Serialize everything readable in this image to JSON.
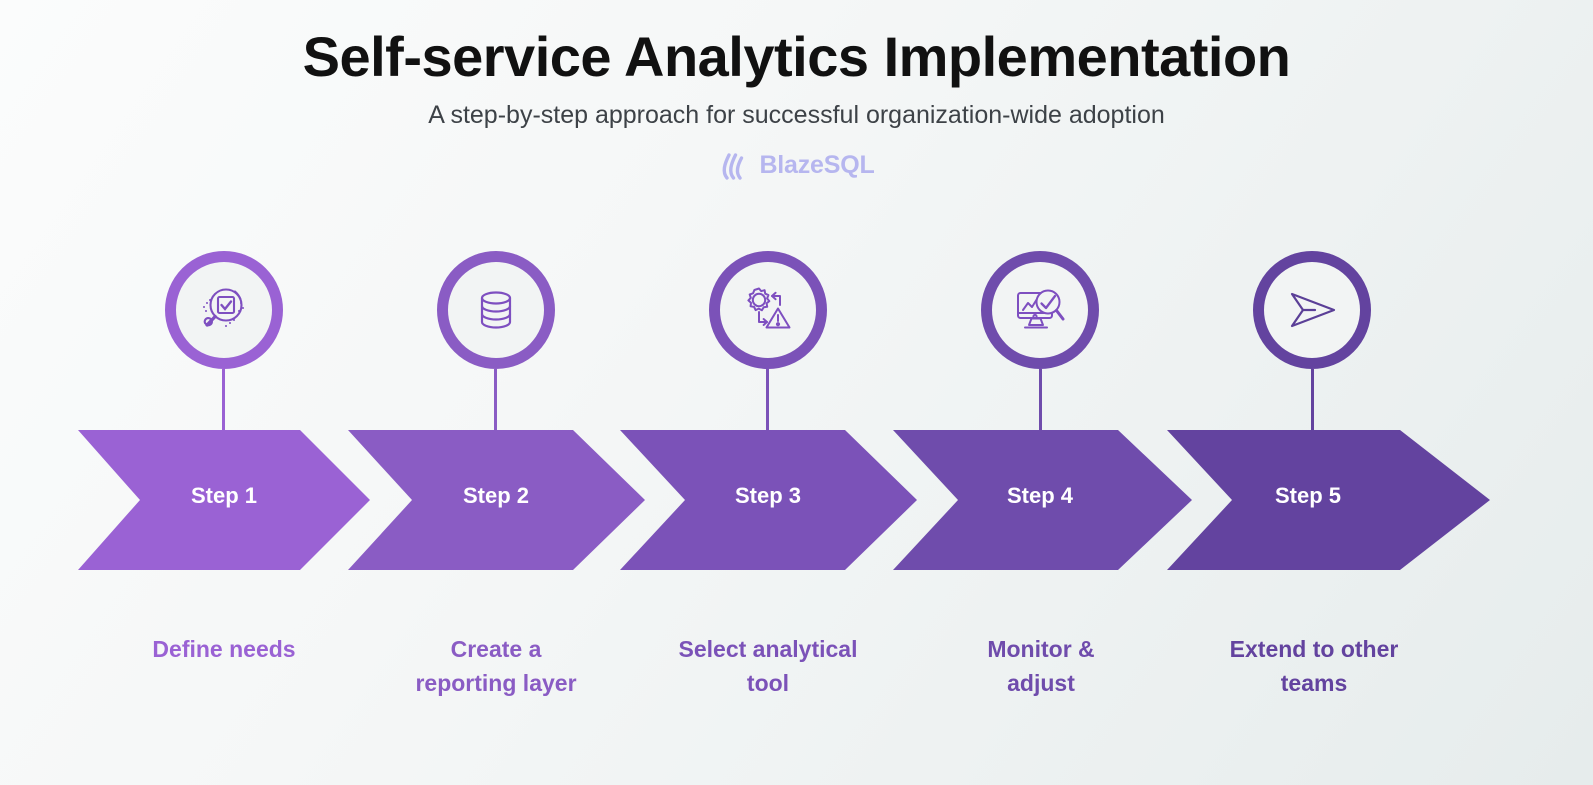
{
  "header": {
    "title": "Self-service Analytics Implementation",
    "subtitle": "A step-by-step approach for successful organization-wide adoption",
    "brand_name": "BlazeSQL",
    "brand_icon": "flame-icon",
    "brand_color": "#b6b6ef",
    "title_color": "#111111",
    "subtitle_color": "#3d4247"
  },
  "background": {
    "from": "#fbfcfc",
    "to": "#e6ecec"
  },
  "chart_data": {
    "type": "process-flow",
    "title": "Self-service Analytics Implementation",
    "orientation": "horizontal",
    "step_count": 5,
    "categories": [
      "Step 1",
      "Step 2",
      "Step 3",
      "Step 4",
      "Step 5"
    ],
    "values": [
      "Define needs",
      "Create a reporting layer",
      "Select analytical tool",
      "Monitor & adjust",
      "Extend to other teams"
    ],
    "colors": [
      "#9a62d4",
      "#8a5cc4",
      "#7b52b8",
      "#6f4cac",
      "#63439f"
    ]
  },
  "steps": [
    {
      "label": "Step 1",
      "caption": "Define needs",
      "icon": "magnifier-check-icon",
      "color": "#9a62d4",
      "caption_color": "#9a62d4"
    },
    {
      "label": "Step 2",
      "caption": "Create a reporting layer",
      "icon": "database-icon",
      "color": "#8a5cc4",
      "caption_color": "#8a5cc4"
    },
    {
      "label": "Step 3",
      "caption": "Select analytical tool",
      "icon": "gear-warning-icon",
      "color": "#7b52b8",
      "caption_color": "#7b52b8"
    },
    {
      "label": "Step 4",
      "caption": "Monitor & adjust",
      "icon": "monitor-chart-magnifier-icon",
      "color": "#6f4cac",
      "caption_color": "#6f4cac"
    },
    {
      "label": "Step 5",
      "caption": "Extend to other teams",
      "icon": "paper-plane-icon",
      "color": "#63439f",
      "caption_color": "#63439f"
    }
  ]
}
